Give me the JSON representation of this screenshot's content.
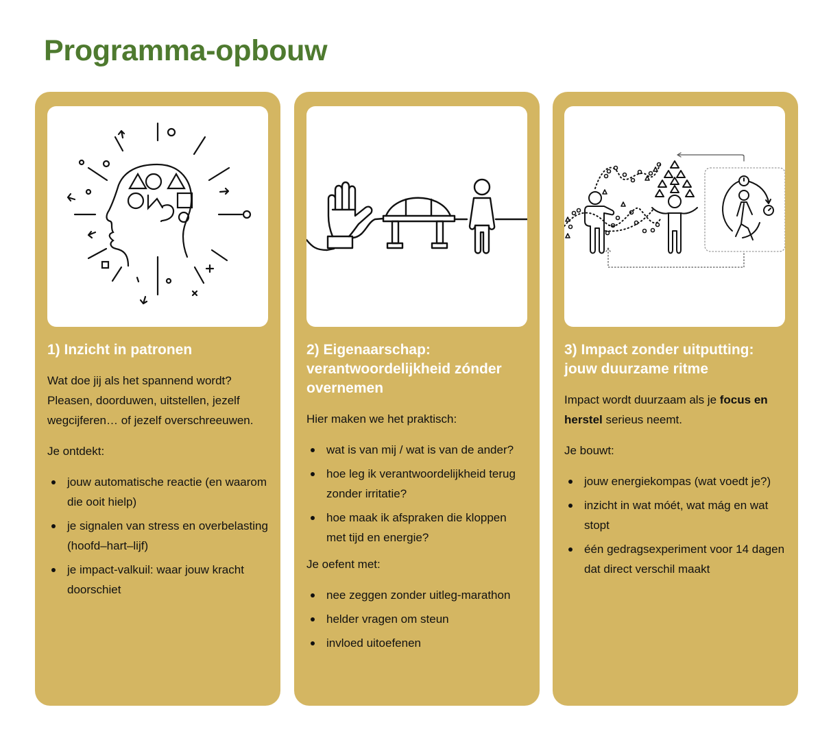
{
  "page": {
    "title": "Programma-opbouw",
    "colors": {
      "title": "#4e7a2f",
      "card_bg": "#d4b662",
      "card_heading": "#ffffff",
      "body_text": "#111111"
    }
  },
  "cards": [
    {
      "illustration": "head-with-shapes-icon",
      "heading": "1) Inzicht in patronen",
      "intro": "Wat doe jij als het spannend wordt? Pleasen, doorduwen, uitstellen, jezelf wegcijferen… of jezelf overschreeuwen.",
      "list_label": "Je ontdekt:",
      "items": [
        "jouw automatische reactie (en waarom die ooit hielp)",
        "je signalen van stress en overbelasting (hoofd–hart–lijf)",
        "je impact-valkuil: waar jouw kracht doorschiet"
      ]
    },
    {
      "illustration": "hand-bridge-person-icon",
      "heading": "2) Eigenaarschap: verantwoordelijkheid zónder overnemen",
      "intro": "Hier maken we het praktisch:",
      "items": [
        "wat is van mij / wat is van de ander?",
        "hoe leg ik verantwoordelijkheid terug zonder irritatie?",
        "hoe maak ik afspraken die kloppen met tijd en energie?"
      ],
      "list_label_2": "Je oefent met:",
      "items_2": [
        "nee zeggen zonder uitleg-marathon",
        "helder vragen om steun",
        "invloed uitoefenen"
      ]
    },
    {
      "illustration": "people-rhythm-cycle-icon",
      "heading": "3) Impact zonder uitputting: jouw duurzame ritme",
      "intro_before": "Impact wordt duurzaam als je ",
      "intro_bold": "focus en herstel",
      "intro_after": " serieus neemt.",
      "list_label": "Je bouwt:",
      "items": [
        "jouw energiekompas (wat voedt je?)",
        "inzicht in wat móét, wat mág en wat stopt",
        "één gedragsexperiment voor 14 dagen dat direct verschil maakt"
      ]
    }
  ]
}
